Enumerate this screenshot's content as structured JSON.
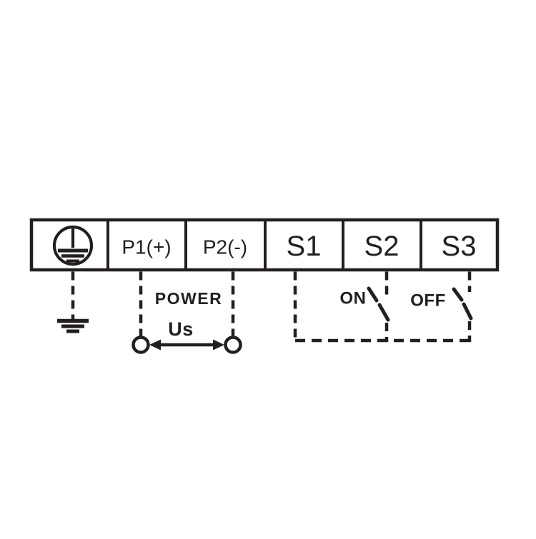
{
  "colors": {
    "line": "#231f20",
    "background": "#ffffff"
  },
  "terminal_block": {
    "terminals": [
      {
        "id": "pe",
        "label": "",
        "symbol": "protective-earth"
      },
      {
        "id": "p1",
        "label": "P1(+)"
      },
      {
        "id": "p2",
        "label": "P2(-)"
      },
      {
        "id": "s1",
        "label": "S1"
      },
      {
        "id": "s2",
        "label": "S2"
      },
      {
        "id": "s3",
        "label": "S3"
      }
    ]
  },
  "annotations": {
    "power_label": "POWER",
    "supply_voltage_label": "Us",
    "on_label": "ON",
    "off_label": "OFF"
  }
}
